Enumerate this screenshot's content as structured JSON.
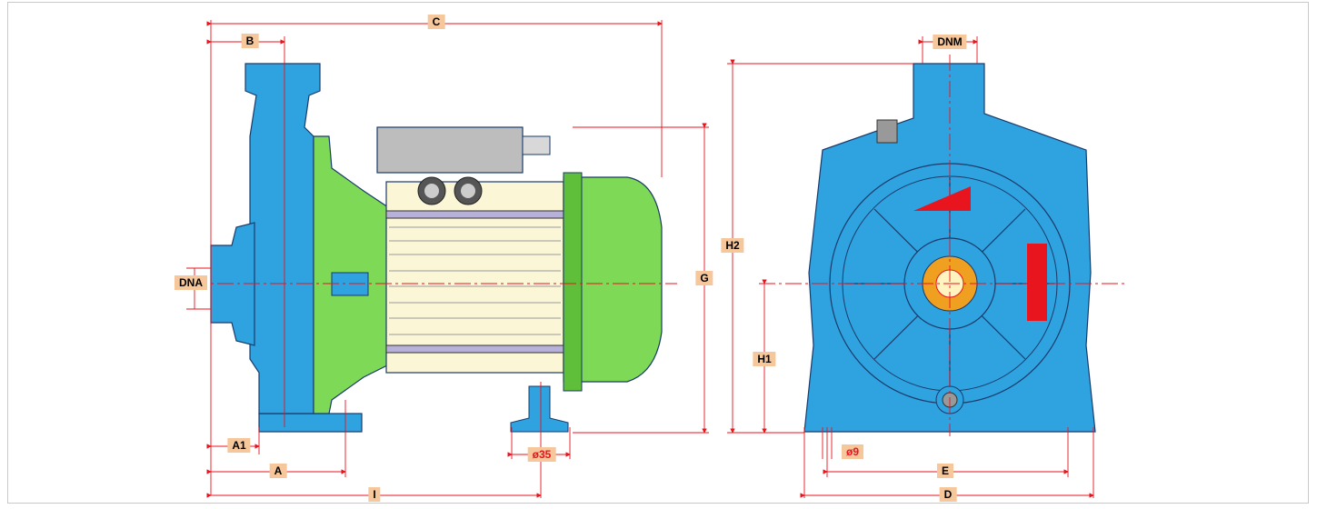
{
  "colors": {
    "pump_body": "#2ea3e0",
    "motor_flange": "#7ed957",
    "motor_body": "#fbf6d6",
    "dimension_line": "#e8141e",
    "label_bg": "#f6c79b"
  },
  "labels": {
    "C": "C",
    "B": "B",
    "DNA": "DNA",
    "G": "G",
    "A1": "A1",
    "A": "A",
    "I": "I",
    "o35": "ø35",
    "DNM": "DNM",
    "H2": "H2",
    "H1": "H1",
    "o9": "ø9",
    "E": "E",
    "D": "D"
  }
}
